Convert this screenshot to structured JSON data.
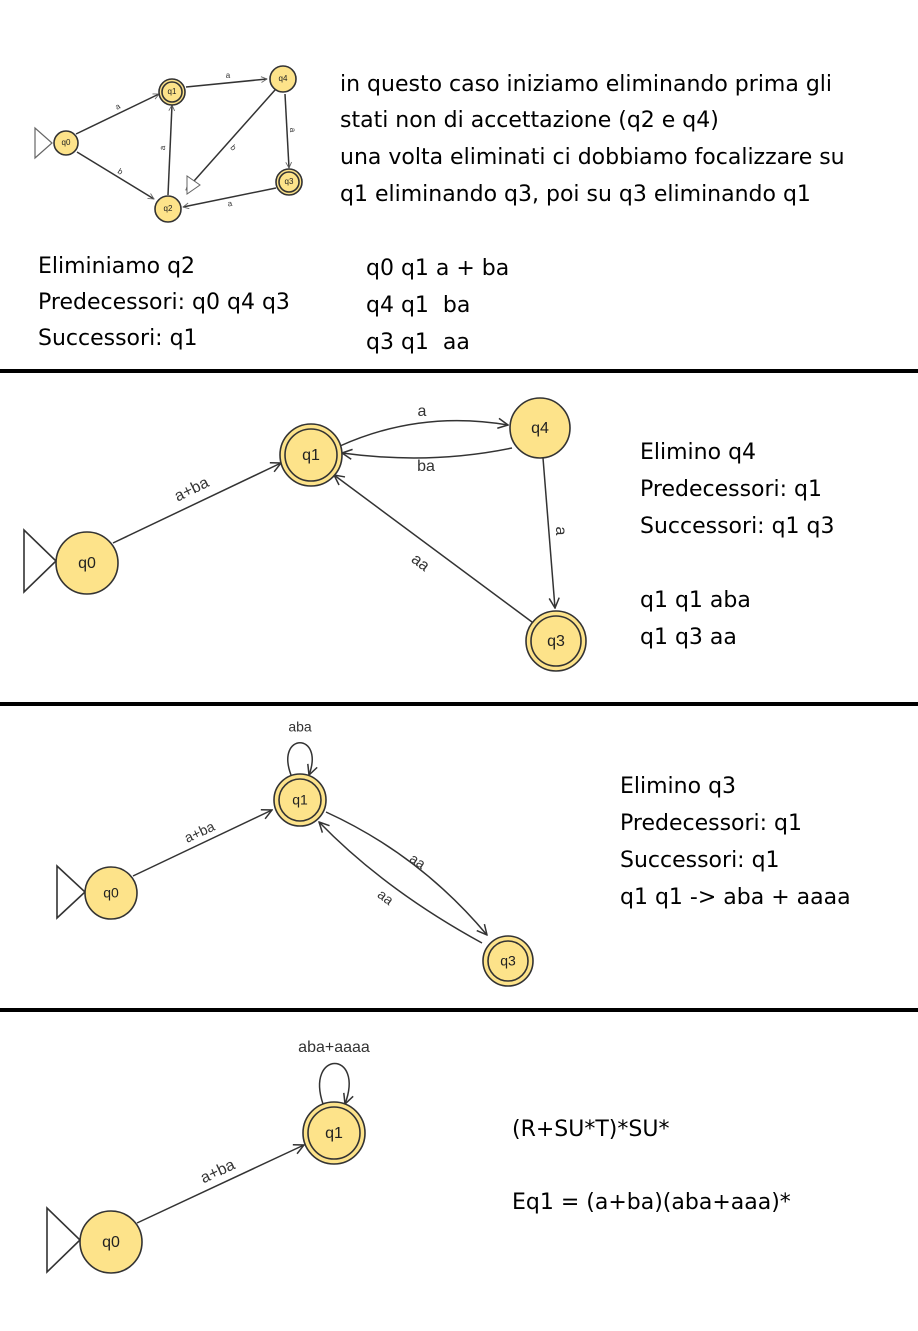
{
  "section1": {
    "intro_lines": [
      "in questo caso iniziamo eliminando prima  gli",
      "stati non di accettazione (q2 e q4)",
      "una volta eliminati ci dobbiamo focalizzare su",
      "q1 eliminando q3, poi su q3 eliminando q1"
    ],
    "step": [
      "Eliminiamo q2",
      "Predecessori: q0 q4 q3",
      "Successori: q1"
    ],
    "transitions": [
      "q0 q1 a + ba",
      "q4 q1  ba",
      "q3 q1  aa"
    ],
    "diagram": {
      "states": [
        "q0",
        "q1",
        "q4",
        "q2",
        "q3"
      ],
      "edge_labels": [
        "a",
        "a",
        "b",
        "a",
        "b",
        "a",
        "a"
      ]
    }
  },
  "section2": {
    "step": [
      "Elimino q4",
      "Predecessori: q1",
      "Successori: q1 q3"
    ],
    "transitions": [
      "q1 q1 aba",
      "q1 q3 aa"
    ],
    "diagram": {
      "states": [
        "q0",
        "q1",
        "q4",
        "q3"
      ],
      "edge_labels": [
        "a+ba",
        "a",
        "ba",
        "a",
        "aa"
      ]
    }
  },
  "section3": {
    "step": [
      "Elimino q3",
      "Predecessori: q1",
      "Successori: q1",
      "q1 q1 -> aba + aaaa"
    ],
    "diagram": {
      "states": [
        "q0",
        "q1",
        "q3"
      ],
      "edge_labels": [
        "aba",
        "a+ba",
        "aa",
        "aa"
      ]
    }
  },
  "section4": {
    "formula": "(R+SU*T)*SU*",
    "equation": "Eq1 = (a+ba)(aba+aaa)*",
    "diagram": {
      "states": [
        "q0",
        "q1"
      ],
      "edge_labels": [
        "aba+aaaa",
        "a+ba"
      ]
    }
  }
}
